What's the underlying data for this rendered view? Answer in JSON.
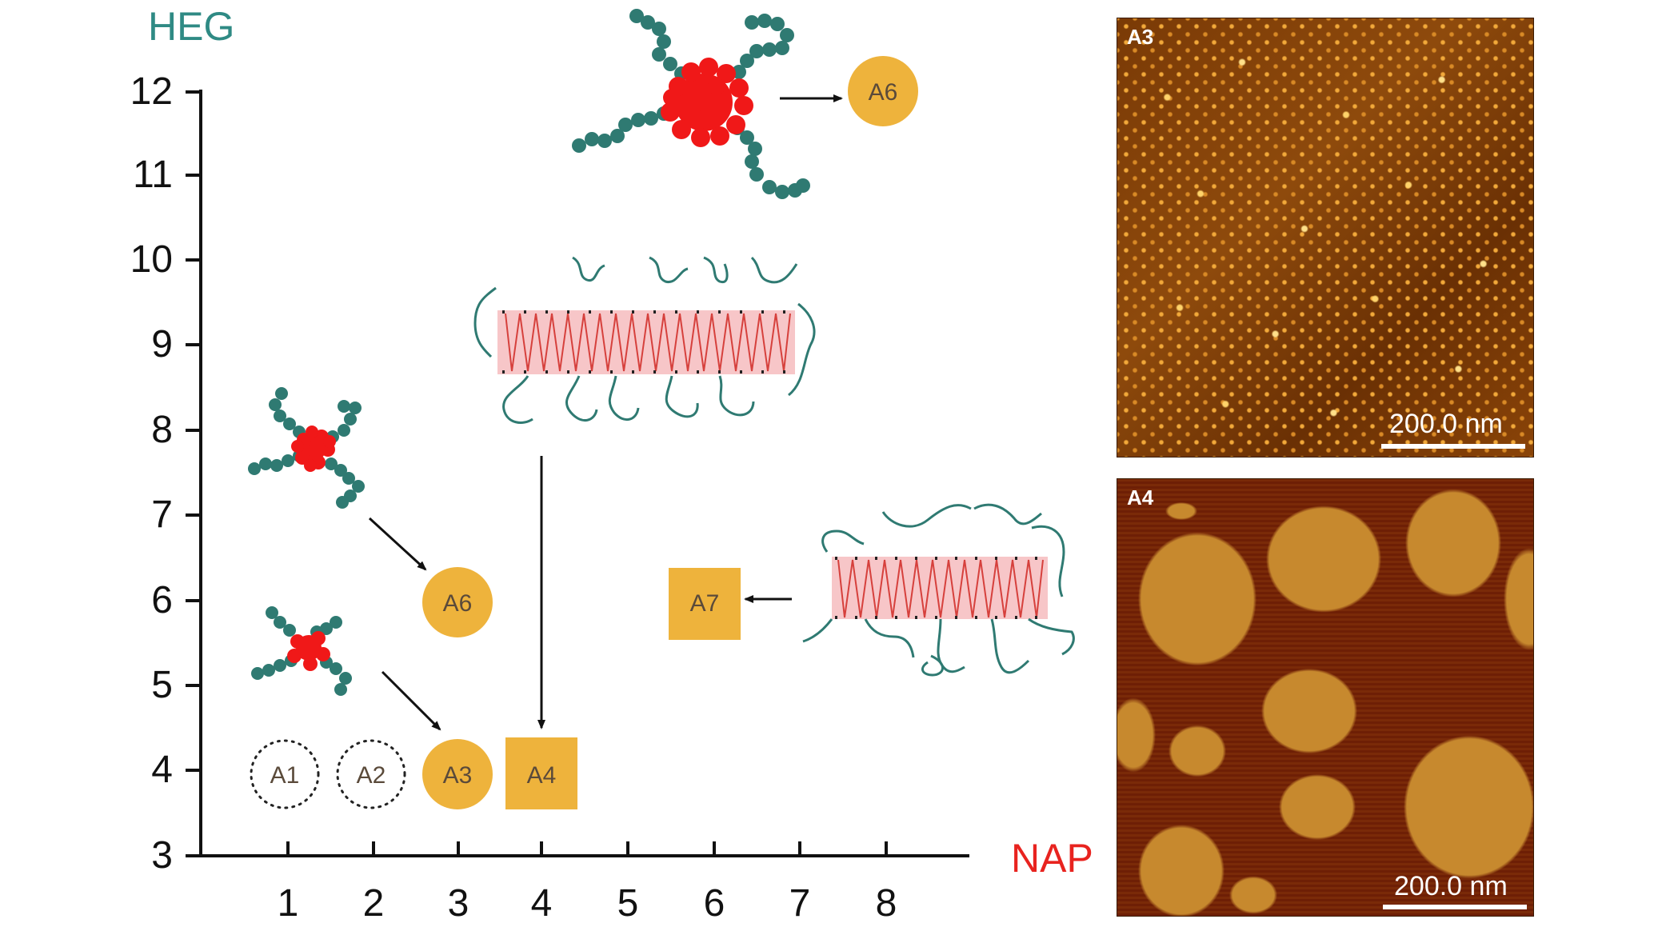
{
  "axes": {
    "y_title": "HEG",
    "x_title": "NAP",
    "y_ticks": [
      "3",
      "4",
      "5",
      "6",
      "7",
      "8",
      "9",
      "10",
      "11",
      "12"
    ],
    "x_ticks": [
      "1",
      "2",
      "3",
      "4",
      "5",
      "6",
      "7",
      "8"
    ],
    "y_title_color": "#2f8a84",
    "x_title_color": "#e8231f"
  },
  "markers": {
    "A1": "A1",
    "A2": "A2",
    "A3": "A3",
    "A4": "A4",
    "A6_low": "A6",
    "A6_top": "A6",
    "A7": "A7"
  },
  "colors": {
    "marker_fill": "#eeb33c",
    "core": "#f01818",
    "arm": "#2f7a72",
    "ribbon": "#f7c6c8",
    "chain": "#d6403c"
  },
  "micrographs": {
    "top": {
      "label": "A3",
      "scale": "200.0 nm"
    },
    "bottom": {
      "label": "A4",
      "scale": "200.0 nm"
    }
  }
}
